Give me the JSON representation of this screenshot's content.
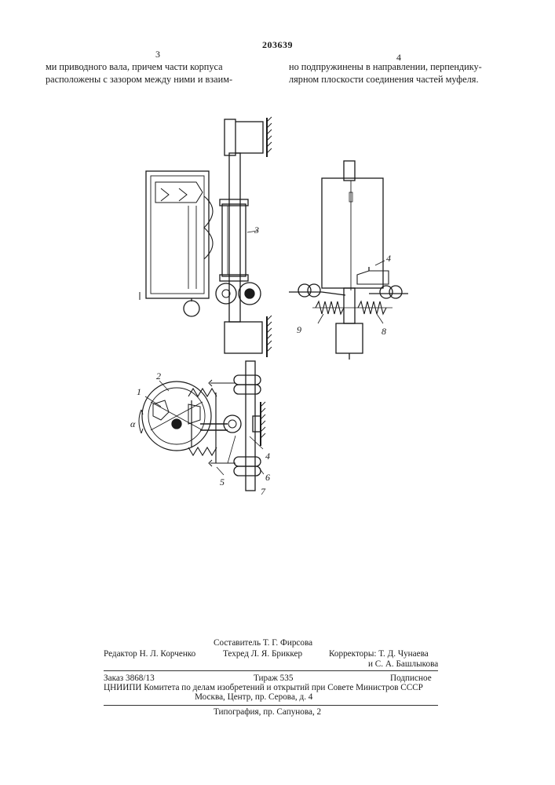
{
  "header": {
    "patent_number": "203639",
    "column_left_number": "3",
    "column_right_number": "4"
  },
  "text": {
    "left_lines": [
      "ми приводного вала, причем части корпуса",
      "расположены с зазором между ними и взаим-"
    ],
    "right_lines": [
      "но подпружинены в направлении, перпендику-",
      "лярном плоскости соединения частей муфеля."
    ]
  },
  "figure": {
    "labels": {
      "l1": "1",
      "l2": "2",
      "l3": "3",
      "l4a": "4",
      "l4b": "4",
      "l5": "5",
      "l6": "6",
      "l7": "7",
      "l8": "8",
      "l9": "9",
      "alpha": "α"
    }
  },
  "footer": {
    "compiler": "Составитель Т. Г. Фирсова",
    "editor": "Редактор Н. Л. Корченко",
    "techred": "Техред Л. Я. Бриккер",
    "correctors_1": "Корректоры: Т. Д. Чунаева",
    "correctors_2": "и С. А. Башлыкова",
    "order": "Заказ 3868/13",
    "print_run": "Тираж 535",
    "subscription": "Подписное",
    "institute": "ЦНИИПИ Комитета по делам изобретений и открытий при Совете Министров СССР",
    "address": "Москва, Центр, пр. Серова, д. 4",
    "printing_house": "Типография, пр. Сапунова, 2"
  }
}
